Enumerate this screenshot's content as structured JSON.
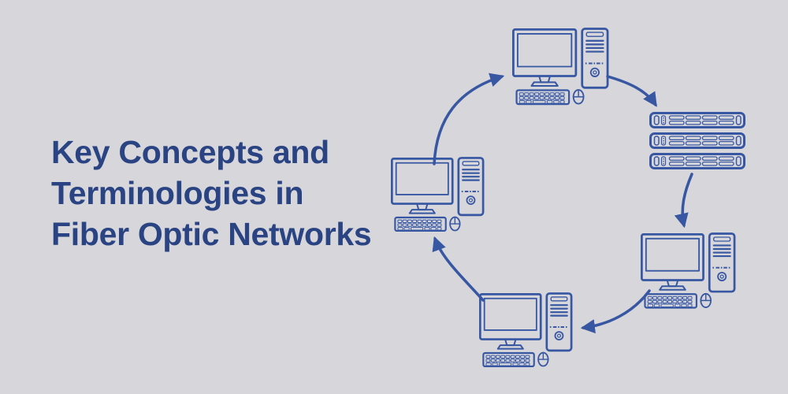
{
  "meta": {
    "title": "Key Concepts and Terminologies in Fiber Optic Networks"
  },
  "hero": {
    "title_lines": [
      "Key Concepts and",
      "Terminologies in",
      "Fiber Optic Networks"
    ]
  },
  "theme": {
    "background": "#d7d6da",
    "title_color": "#2a4383",
    "line_color": "#3757a3"
  },
  "diagram": {
    "type": "ring-network-topology",
    "description": "Five nodes connected in a clockwise cycle by curved arrows",
    "nodes": [
      {
        "id": "workstation-left",
        "icon": "desktop-computer-icon"
      },
      {
        "id": "workstation-top",
        "icon": "desktop-computer-icon"
      },
      {
        "id": "server-rack",
        "icon": "server-rack-icon"
      },
      {
        "id": "workstation-right",
        "icon": "desktop-computer-icon"
      },
      {
        "id": "workstation-bottom",
        "icon": "desktop-computer-icon"
      }
    ],
    "connections": [
      {
        "from": "workstation-left",
        "to": "workstation-top"
      },
      {
        "from": "workstation-top",
        "to": "server-rack"
      },
      {
        "from": "server-rack",
        "to": "workstation-right"
      },
      {
        "from": "workstation-right",
        "to": "workstation-bottom"
      },
      {
        "from": "workstation-bottom",
        "to": "workstation-left"
      }
    ]
  }
}
